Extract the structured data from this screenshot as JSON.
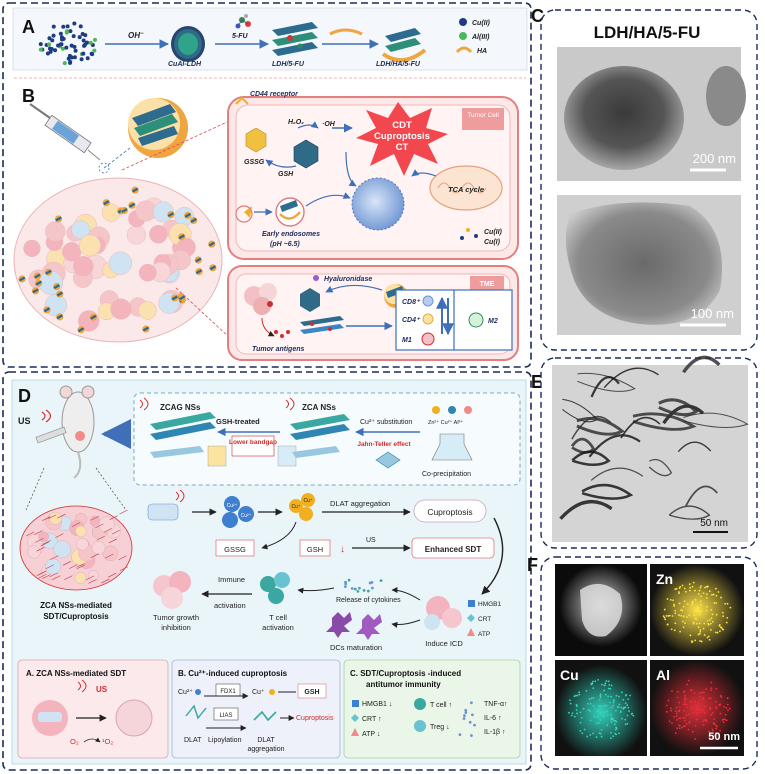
{
  "panels": {
    "a": {
      "letter": "A",
      "labels": {
        "oh": "OH",
        "oh_sup": "−",
        "cual_ldh": "CuAl-LDH",
        "fu": "5-FU",
        "ldh_fu": "LDH/5-FU",
        "ldh_ha_fu": "LDH/HA/5-FU"
      },
      "legend": {
        "cu": "Cu(II)",
        "al": "Al(III)",
        "ha": "HA"
      }
    },
    "b": {
      "letter": "B",
      "labels": {
        "cd44": "CD44 receptor",
        "h2o2": "H₂O₂",
        "oh_rad": "·OH",
        "gssg": "GSSG",
        "gsh": "GSH",
        "early_endo": "Early endosomes",
        "ph": "(pH ~6.5)",
        "tca": "TCA cycle",
        "cu2": "Cu(II)",
        "cu1": "Cu(I)",
        "tumor_cell": "Tumor Cell",
        "tme": "TME",
        "hyaluronidase": "Hyaluronidase",
        "tumor_antigens": "Tumor antigens",
        "cd8": "CD8⁺",
        "cd4": "CD4⁺",
        "m1": "M1",
        "m2": "M2"
      },
      "burst": [
        "CDT",
        "Cuproptosis",
        "CT"
      ]
    },
    "c": {
      "letter": "C",
      "title": "LDH/HA/5-FU",
      "scale1": "200 nm",
      "scale2": "100 nm"
    },
    "d": {
      "letter": "D",
      "labels": {
        "us": "US",
        "zcag": "ZCAG NSs",
        "zca": "ZCA NSs",
        "gsh_treated": "GSH-treated",
        "lower_bandgap": "Lower bandgap",
        "cu_sub": "Cu²⁺ substitution",
        "jahn": "Jahn-Teller effect",
        "coprec": "Co-precipitation",
        "ions": "Zn²⁺ Cu²⁺ Al³⁺",
        "dlat_agg": "DLAT aggregation",
        "cuproptosis": "Cuproptosis",
        "gssg": "GSSG",
        "gsh": "GSH",
        "us2": "US",
        "enhanced_sdt": "Enhanced SDT",
        "immune": "Immune",
        "activation": "activation",
        "release": "Release of cytokines",
        "tgi1": "Tumor growth",
        "tgi2": "inhibition",
        "tcell1": "T cell",
        "tcell2": "activation",
        "dcs": "DCs maturation",
        "induce_icd": "Induce ICD",
        "hmgb1": "HMGB1",
        "crt": "CRT",
        "atp": "ATP",
        "mediated1": "ZCA NSs-mediated",
        "mediated2": "SDT/Cuproptosis",
        "cu_plus": "Cu⁺",
        "cu_2plus": "Cu²⁺"
      },
      "sub": {
        "a": {
          "title": "A. ZCA NSs-mediated SDT",
          "us": "US",
          "o2": "O₂",
          "o2s": "¹O₂"
        },
        "b": {
          "title": "B. Cu²⁺-induced cuproptosis",
          "cu2": "Cu²⁺",
          "fdx1": "FDX1",
          "cu1": "Cu⁺",
          "gsh": "GSH",
          "lias": "LIAS",
          "dlat": "DLAT",
          "lipoylation": "Lipoylation",
          "dlat_agg1": "DLAT",
          "dlat_agg2": "aggregation",
          "cuproptosis": "Cuproptosis"
        },
        "c": {
          "title1": "C. SDT/Cuproptosis -induced",
          "title2": "antitumor immunity",
          "hmgb1": "HMGB1 ↓",
          "crt": "CRT ↑",
          "atp": "ATP ↓",
          "tcell": "T cell ↑",
          "treg": "Treg ↓",
          "tnf": "TNF-α↑",
          "il6": "IL-6 ↑",
          "il1b": "IL-1β ↑"
        }
      }
    },
    "e": {
      "letter": "E",
      "scale": "50 nm"
    },
    "f": {
      "letter": "F",
      "zn": "Zn",
      "cu": "Cu",
      "al": "Al",
      "scale": "50 nm"
    }
  },
  "colors": {
    "border_navy": "#1c2b5a",
    "tumor_pink": "#f3c6c6",
    "tumor_red": "#e06a6a",
    "panel_d_bg": "#eaf5fa",
    "zn": "#f2d21a",
    "cu": "#2fc4b0",
    "al": "#d8202a",
    "arrow_blue": "#3f6fb8"
  }
}
